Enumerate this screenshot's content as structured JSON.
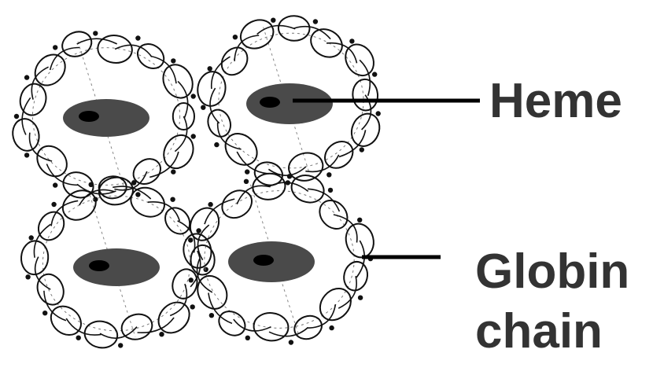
{
  "labels": {
    "heme": "Heme",
    "globin_line1": "Globin",
    "globin_line2": "chain"
  },
  "colors": {
    "heme_fill": "#4a4a4a",
    "heme_core": "#000000",
    "chain_stroke": "#111111",
    "label_text": "#333333",
    "leader_line": "#000000"
  },
  "structure": {
    "subunit_count": 4,
    "helix_loops_per_subunit": 13
  }
}
